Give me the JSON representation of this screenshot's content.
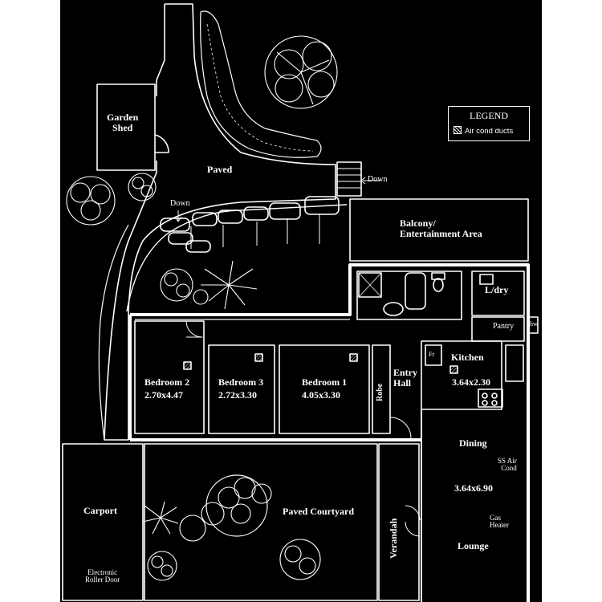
{
  "rooms": {
    "garden_shed": "Garden\nShed",
    "paved": "Paved",
    "down_top": "Down",
    "down_left": "Down",
    "balcony": "Balcony/\nEntertainment Area",
    "laundry": "L/dry",
    "pantry": "Pantry",
    "hw": "hw",
    "fr": "Fr",
    "kitchen": "Kitchen",
    "kitchen_size": "3.64x2.30",
    "bedroom2": "Bedroom 2",
    "bedroom2_size": "2.70x4.47",
    "bedroom3": "Bedroom 3",
    "bedroom3_size": "2.72x3.30",
    "bedroom1": "Bedroom 1",
    "bedroom1_size": "4.05x3.30",
    "robe": "Robe",
    "entry_hall": "Entry\nHall",
    "dining": "Dining",
    "ss_air_cond": "SS Air\nCond",
    "lounge_size": "3.64x6.90",
    "gas_heater": "Gas\nHeater",
    "lounge": "Lounge",
    "carport": "Carport",
    "roller_door": "Electronic\nRoller Door",
    "paved_courtyard": "Paved Courtyard",
    "verandah": "Verandah"
  },
  "legend": {
    "title": "LEGEND",
    "item": "Air cond ducts"
  }
}
